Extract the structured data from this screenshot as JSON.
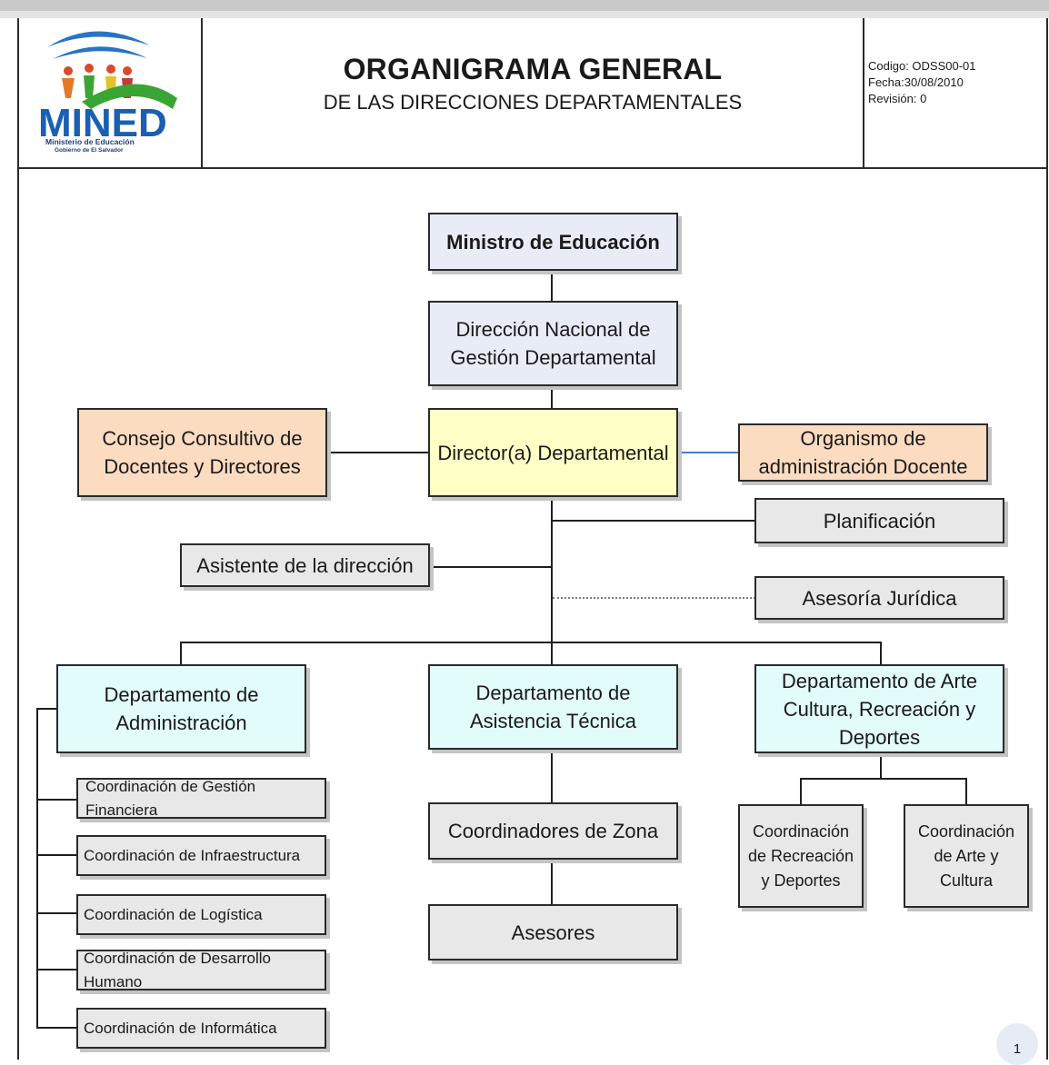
{
  "header": {
    "logo_text": "MINED",
    "logo_subtitle": "Ministerio de Educación",
    "logo_subtitle2": "Gobierno de El Salvador",
    "title": "ORGANIGRAMA GENERAL",
    "subtitle": "DE LAS DIRECCIONES DEPARTAMENTALES",
    "codigo": "Codigo: ODSS00-01",
    "fecha": "Fecha:30/08/2010",
    "revision": "Revisión: 0"
  },
  "chart": {
    "ministro": "Ministro de Educación",
    "direccion_nacional": "Dirección Nacional de Gestión Departamental",
    "director": "Director(a) Departamental",
    "consejo": "Consejo Consultivo de Docentes y Directores",
    "organismo": "Organismo de administración Docente",
    "planificacion": "Planificación",
    "asistente": "Asistente de la dirección",
    "asesoria": "Asesoría Jurídica",
    "depto_admin": "Departamento de Administración",
    "depto_asistencia": "Departamento de Asistencia Técnica",
    "depto_arte": "Departamento de Arte Cultura, Recreación y Deportes",
    "coord_financiera": "Coordinación de Gestión Financiera",
    "coord_infra": "Coordinación de Infraestructura",
    "coord_logistica": "Coordinación de Logística",
    "coord_desarrollo": "Coordinación de Desarrollo Humano",
    "coord_informatica": "Coordinación de Informática",
    "coordinadores_zona": "Coordinadores de Zona",
    "asesores": "Asesores",
    "coord_recreacion": "Coordinación de Recreación y Deportes",
    "coord_arte": "Coordinación de Arte y Cultura"
  },
  "page_number": "1",
  "colors": {
    "top_box": "#e8ecf6",
    "director_box": "#ffffc6",
    "advisory_box": "#fcdcc0",
    "staff_box": "#e8e8e8",
    "department_box": "#e2fbfb",
    "logo_blue": "#1b5fb3",
    "logo_green": "#3aa535"
  }
}
